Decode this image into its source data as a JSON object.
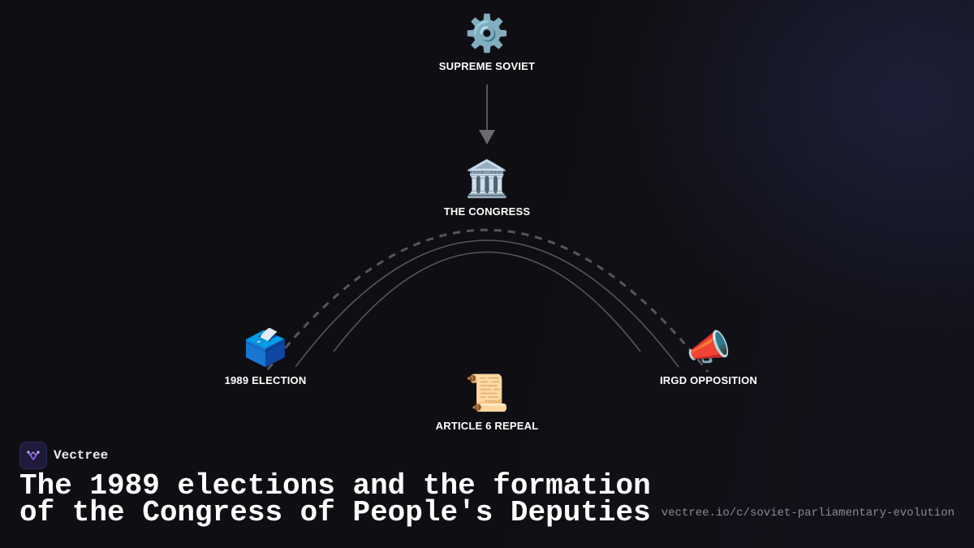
{
  "diagram": {
    "nodes": [
      {
        "id": "supreme",
        "label": "SUPREME SOVIET",
        "icon": "gear-icon",
        "glyph": "⚙️"
      },
      {
        "id": "congress",
        "label": "THE CONGRESS",
        "icon": "classical-building-icon",
        "glyph": "🏛️"
      },
      {
        "id": "election",
        "label": "1989 ELECTION",
        "icon": "ballot-box-icon",
        "glyph": "🗳️"
      },
      {
        "id": "irgd",
        "label": "IRGD OPPOSITION",
        "icon": "megaphone-icon",
        "glyph": "📣"
      },
      {
        "id": "article",
        "label": "ARTICLE 6 REPEAL",
        "icon": "scroll-icon",
        "glyph": "📜"
      }
    ],
    "edges": [
      {
        "from": "supreme",
        "to": "congress",
        "style": "arrow"
      },
      {
        "from": "election",
        "to": "irgd",
        "style": "dashed"
      },
      {
        "from": "election",
        "to": "irgd",
        "style": "solid"
      },
      {
        "from": "election",
        "to": "irgd",
        "style": "solid"
      }
    ]
  },
  "brand": {
    "name": "Vectree",
    "logo_color": "#8b5cf6"
  },
  "footer": {
    "title_line1": "The 1989 elections and the formation",
    "title_line2": "of the Congress of People's Deputies",
    "url": "vectree.io/c/soviet-parliamentary-evolution"
  },
  "colors": {
    "background": "#0f0f13",
    "connector": "#55555c",
    "arrow": "#6b6b70"
  }
}
